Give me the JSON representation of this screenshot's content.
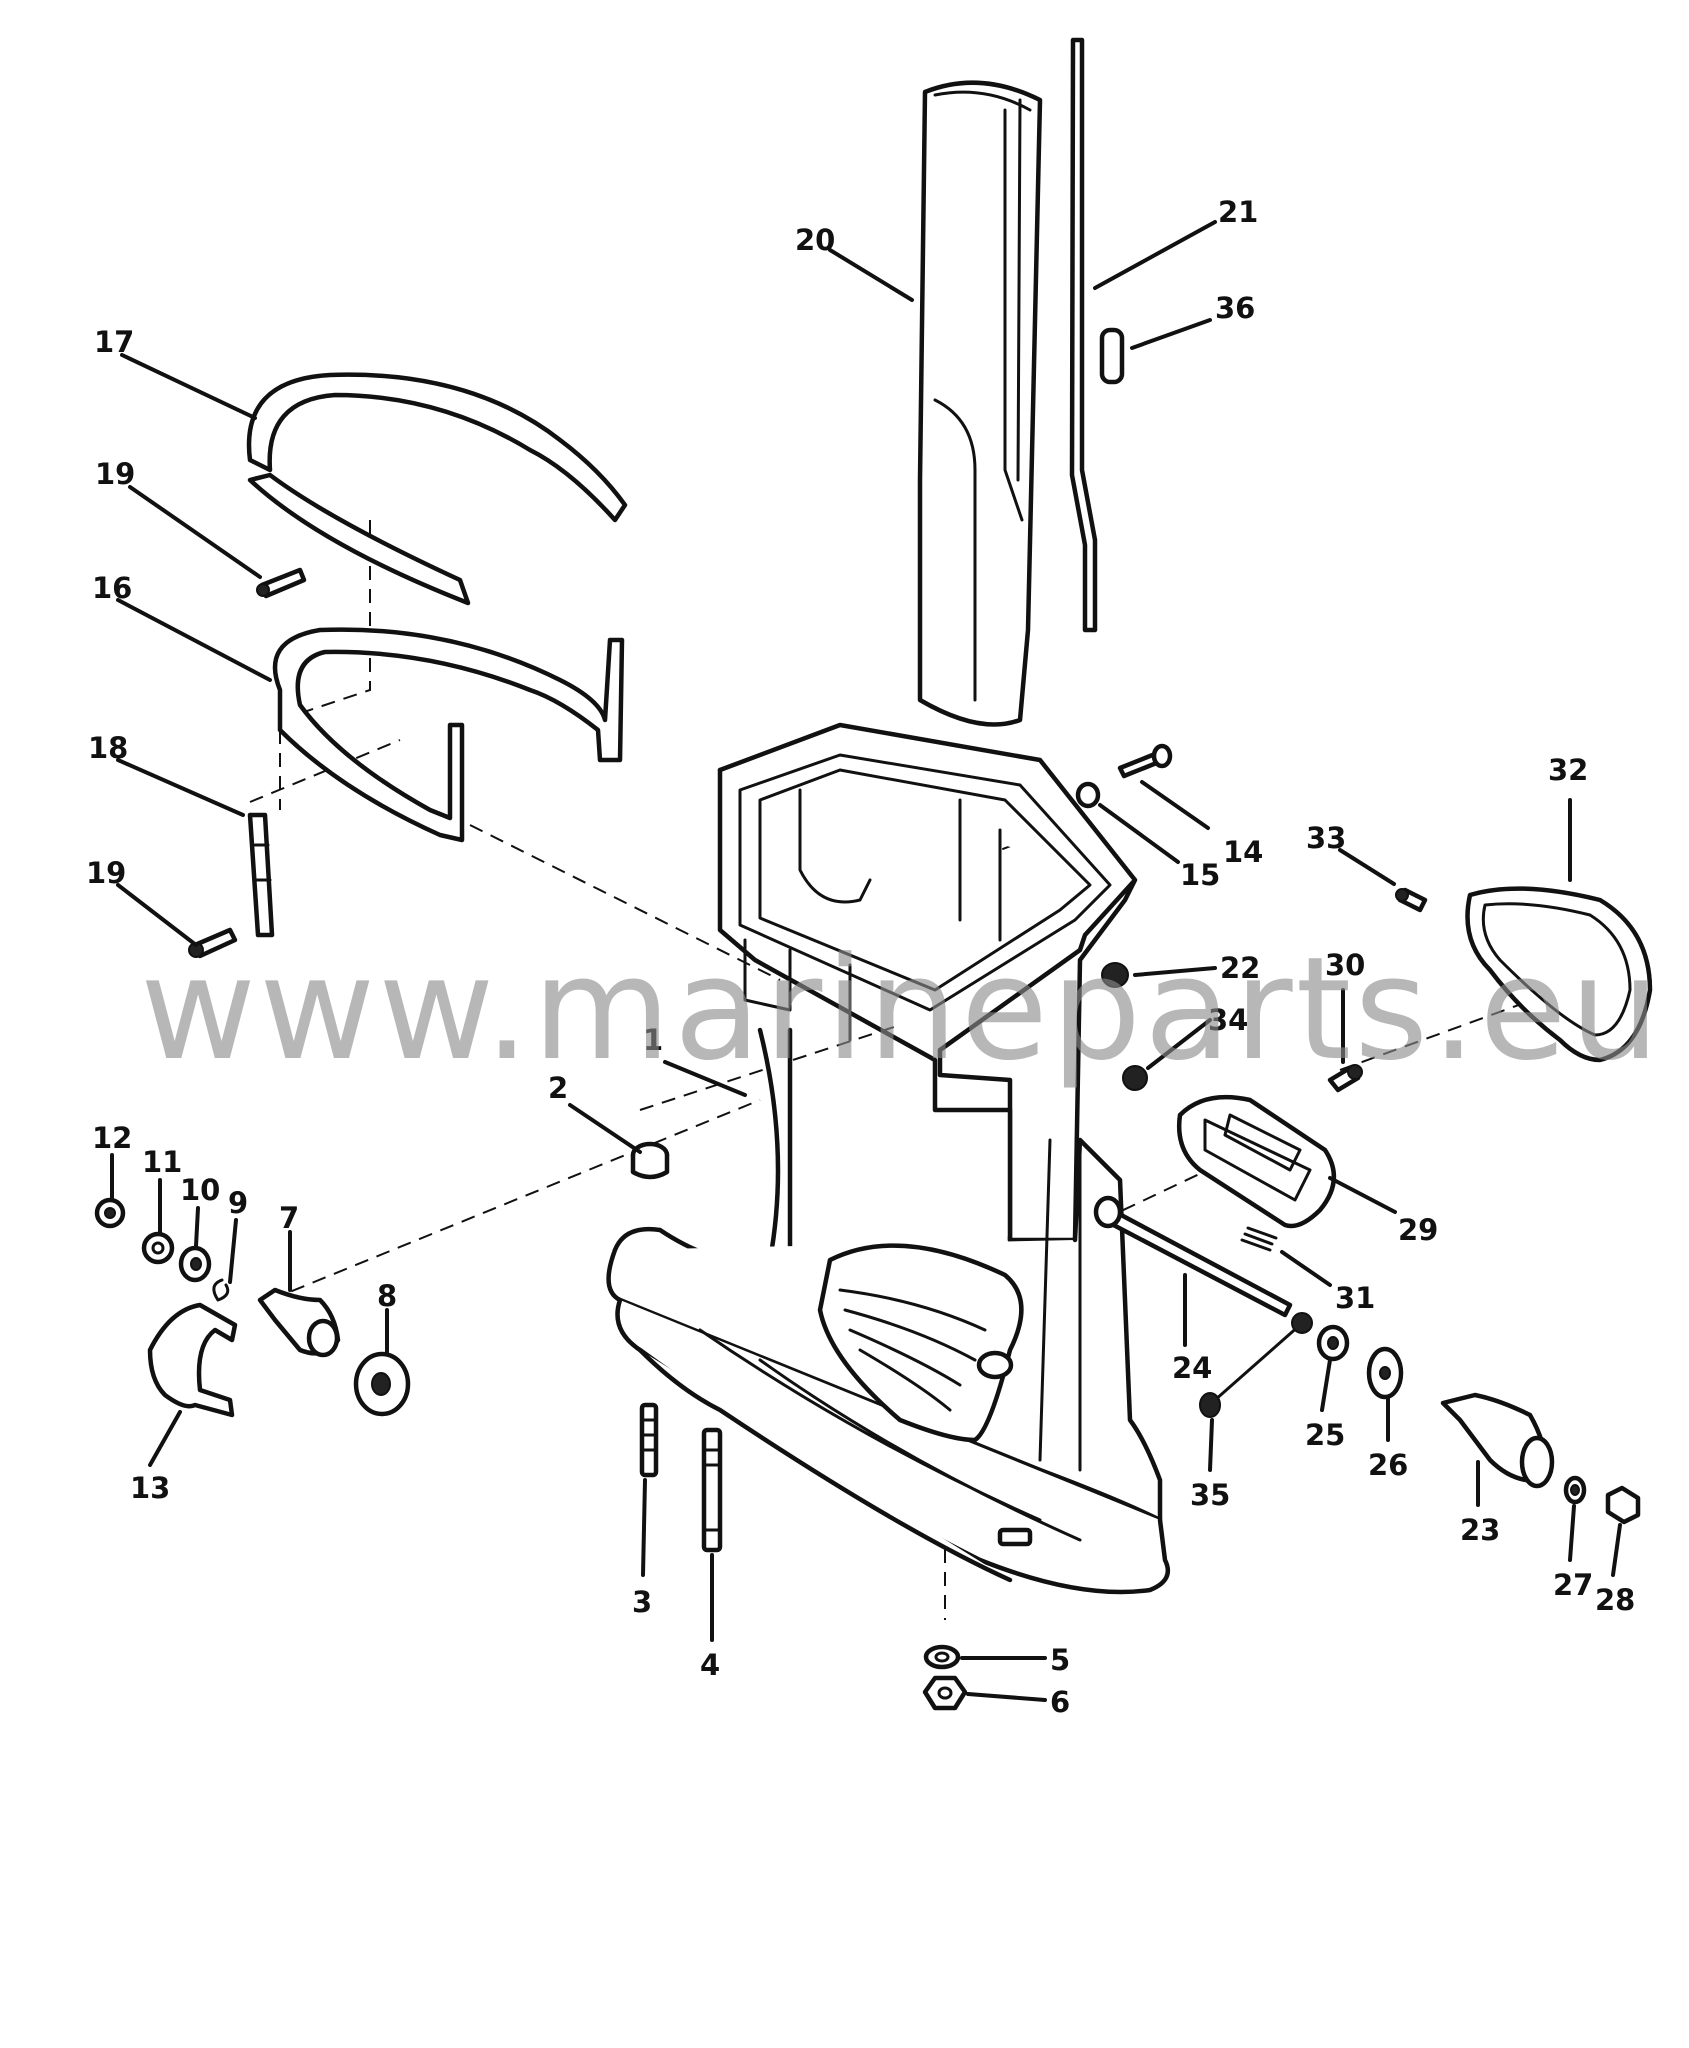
{
  "watermark": "www.marineparts.eu",
  "labels": [
    {
      "id": "1",
      "text": "1"
    },
    {
      "id": "2",
      "text": "2"
    },
    {
      "id": "3",
      "text": "3"
    },
    {
      "id": "4",
      "text": "4"
    },
    {
      "id": "5",
      "text": "5"
    },
    {
      "id": "6",
      "text": "6"
    },
    {
      "id": "7",
      "text": "7"
    },
    {
      "id": "8",
      "text": "8"
    },
    {
      "id": "9",
      "text": "9"
    },
    {
      "id": "10",
      "text": "10"
    },
    {
      "id": "11",
      "text": "11"
    },
    {
      "id": "12",
      "text": "12"
    },
    {
      "id": "13",
      "text": "13"
    },
    {
      "id": "14",
      "text": "14"
    },
    {
      "id": "15",
      "text": "15"
    },
    {
      "id": "16",
      "text": "16"
    },
    {
      "id": "17",
      "text": "17"
    },
    {
      "id": "18",
      "text": "18"
    },
    {
      "id": "19a",
      "text": "19"
    },
    {
      "id": "19b",
      "text": "19"
    },
    {
      "id": "20",
      "text": "20"
    },
    {
      "id": "21",
      "text": "21"
    },
    {
      "id": "22",
      "text": "22"
    },
    {
      "id": "23",
      "text": "23"
    },
    {
      "id": "24",
      "text": "24"
    },
    {
      "id": "25",
      "text": "25"
    },
    {
      "id": "26",
      "text": "26"
    },
    {
      "id": "27",
      "text": "27"
    },
    {
      "id": "28",
      "text": "28"
    },
    {
      "id": "29",
      "text": "29"
    },
    {
      "id": "30",
      "text": "30"
    },
    {
      "id": "31",
      "text": "31"
    },
    {
      "id": "32",
      "text": "32"
    },
    {
      "id": "33",
      "text": "33"
    },
    {
      "id": "34",
      "text": "34"
    },
    {
      "id": "35",
      "text": "35"
    },
    {
      "id": "36",
      "text": "36"
    }
  ]
}
